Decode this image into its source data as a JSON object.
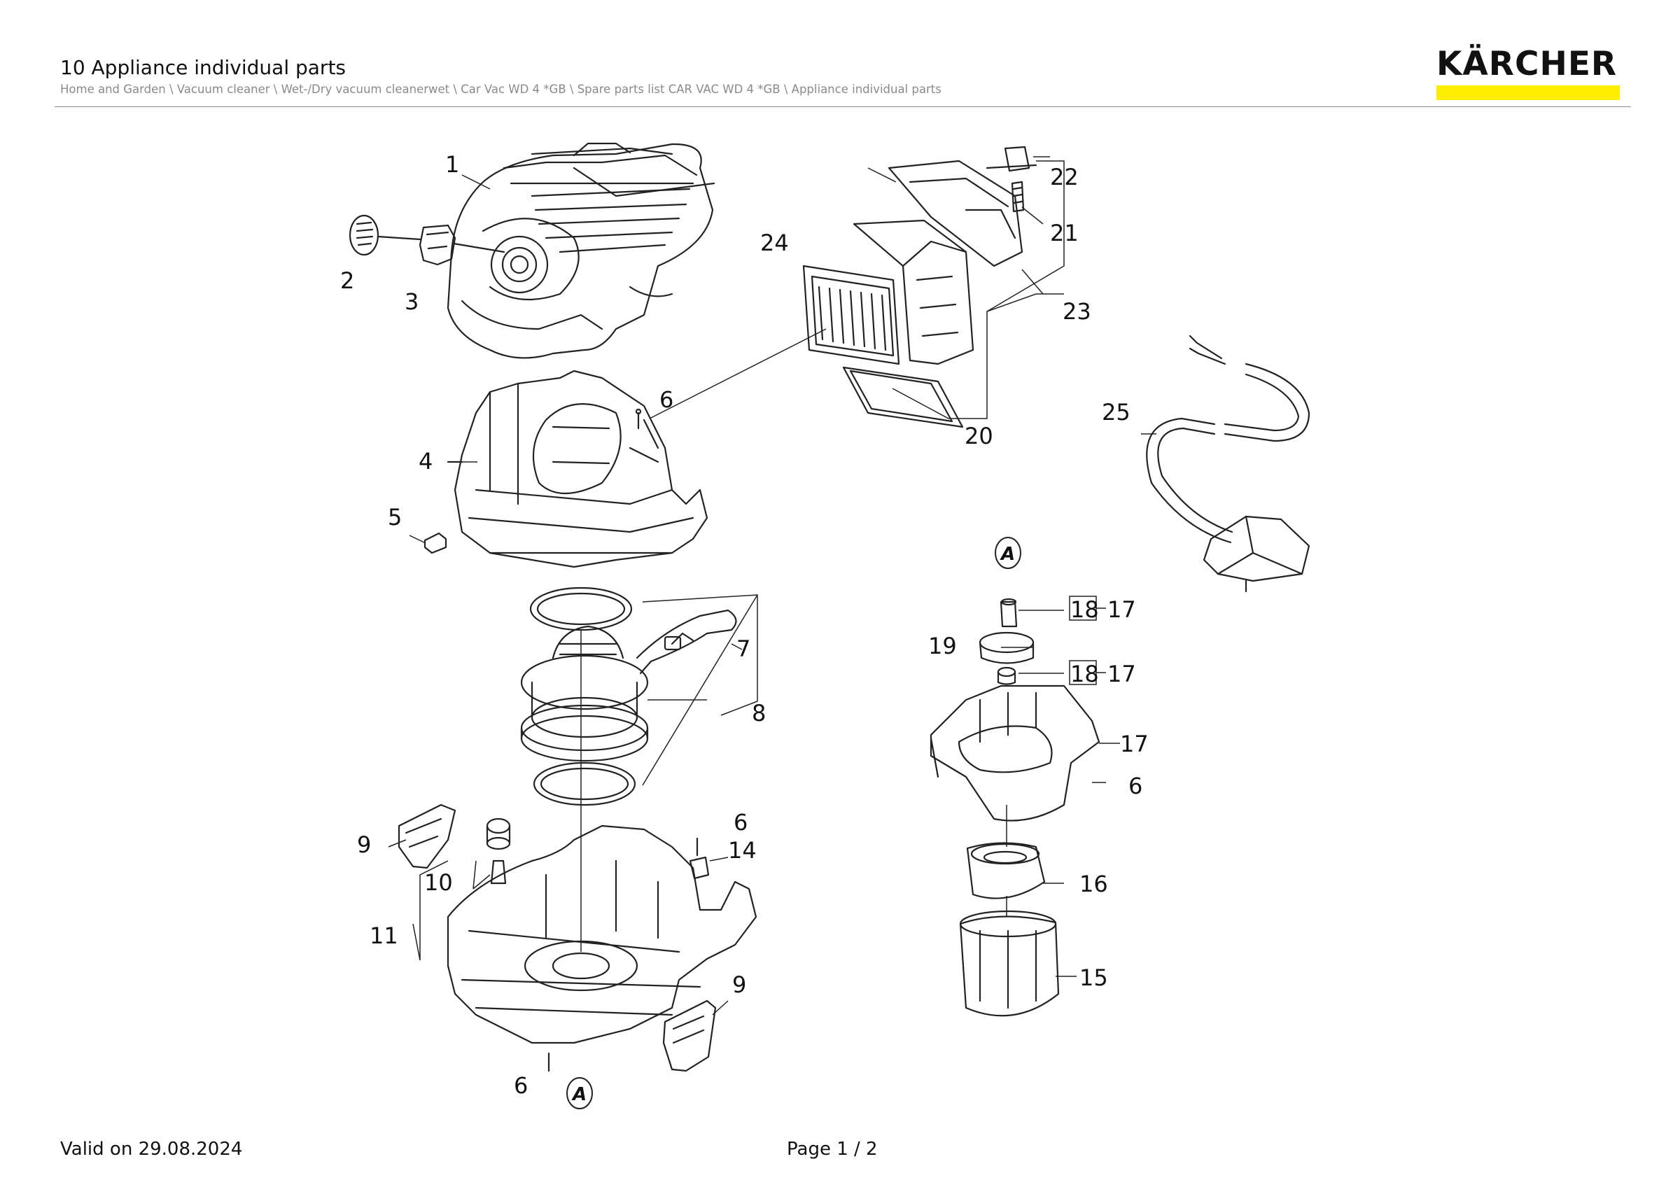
{
  "header": {
    "title": "10 Appliance individual parts",
    "breadcrumb": "Home and Garden \\ Vacuum cleaner \\ Wet-/Dry vacuum cleanerwet \\ Car Vac WD 4 *GB \\ Spare parts list CAR VAC WD 4 *GB \\ Appliance individual parts"
  },
  "brand": {
    "name": "KÄRCHER",
    "bar_color": "#ffed00"
  },
  "diagram": {
    "callouts": [
      "1",
      "2",
      "3",
      "4",
      "5",
      "6",
      "6",
      "6",
      "6",
      "7",
      "8",
      "9",
      "9",
      "10",
      "11",
      "14",
      "15",
      "16",
      "17",
      "17",
      "17",
      "18",
      "18",
      "19",
      "20",
      "21",
      "22",
      "23",
      "24",
      "25"
    ],
    "markers": [
      "A",
      "A"
    ]
  },
  "footer": {
    "valid": "Valid on 29.08.2024",
    "page": "Page 1 / 2"
  }
}
